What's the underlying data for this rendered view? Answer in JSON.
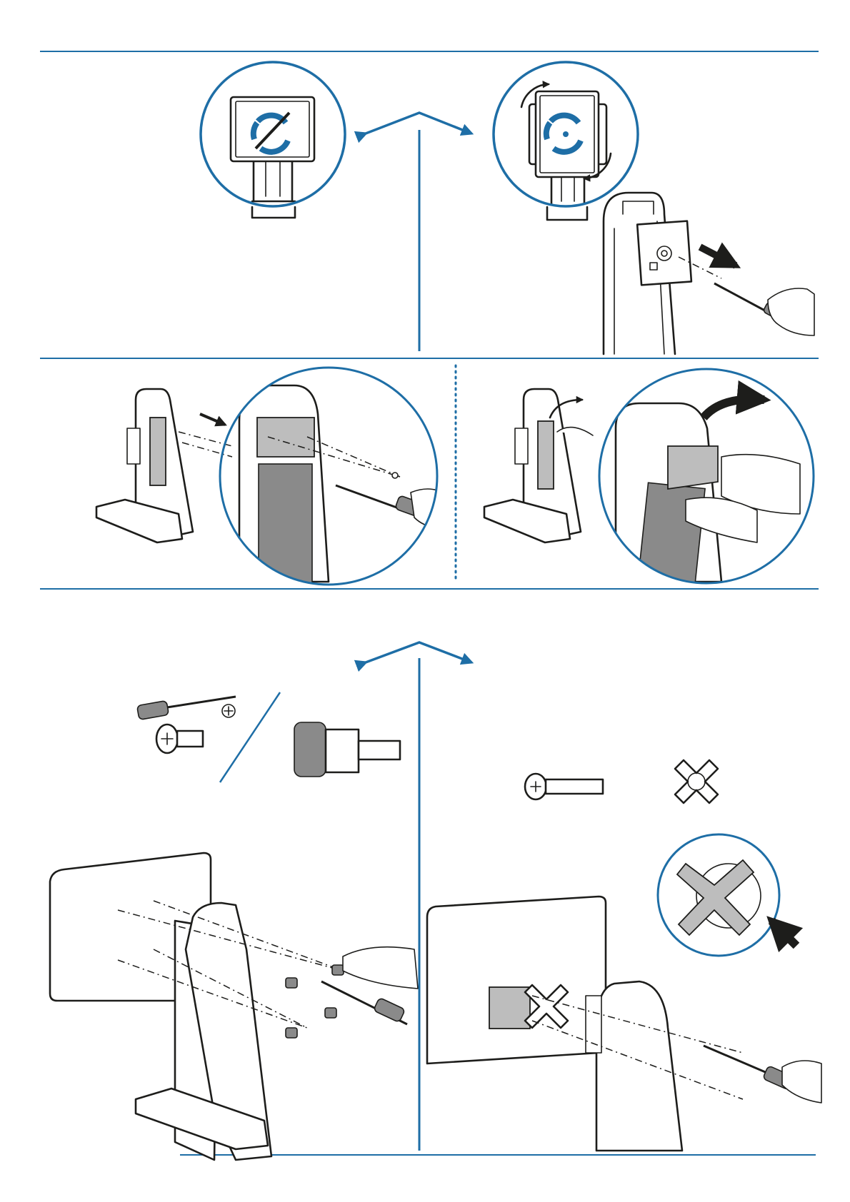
{
  "document": {
    "type": "assembly-instructions",
    "colors": {
      "accent": "#1e6ea6",
      "ink": "#1d1d1b",
      "part_gray": "#bdbdbd"
    },
    "steps": [
      {
        "id": "step-1",
        "options": [
          "no-rotation-option",
          "rotation-option"
        ],
        "icons": [
          "rotation-disabled-icon",
          "rotation-enabled-icon",
          "screwdriver-icon"
        ]
      },
      {
        "id": "step-2",
        "icons": [
          "screwdriver-icon",
          "arrow-icon",
          "hand-icon"
        ]
      },
      {
        "id": "step-3",
        "options": [
          "standard-screw-option",
          "long-screw-spider-option"
        ],
        "icons": [
          "screwdriver-icon",
          "phillips-icon",
          "screw-icon",
          "thumb-screw-icon",
          "spider-adapter-icon"
        ]
      }
    ]
  }
}
